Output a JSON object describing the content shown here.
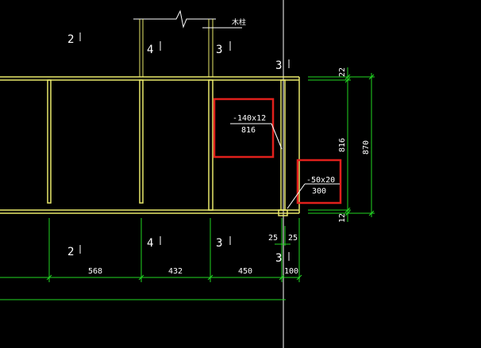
{
  "section_marks": [
    {
      "id": "2-top",
      "label": "2"
    },
    {
      "id": "4-top",
      "label": "4"
    },
    {
      "id": "3-top",
      "label": "3"
    },
    {
      "id": "3-topright",
      "label": "3"
    },
    {
      "id": "2-bot",
      "label": "2"
    },
    {
      "id": "4-bot",
      "label": "4"
    },
    {
      "id": "3-bot",
      "label": "3"
    },
    {
      "id": "3-botright",
      "label": "3"
    }
  ],
  "break_label": "木柱",
  "callouts": [
    {
      "id": "plate-140",
      "label": "-140x12",
      "length": "816"
    },
    {
      "id": "plate-50",
      "label": "-50x20",
      "length": "300"
    }
  ],
  "dims_bottom": [
    "568",
    "432",
    "450",
    "100"
  ],
  "dims_small": [
    "25",
    "25"
  ],
  "dims_right": [
    "22",
    "816",
    "12"
  ],
  "dim_total_right": "870",
  "colors": {
    "background": "#000000",
    "member": "#e8e86a",
    "dimension": "#22d622",
    "text": "#ffffff",
    "highlight": "#e0201c"
  }
}
